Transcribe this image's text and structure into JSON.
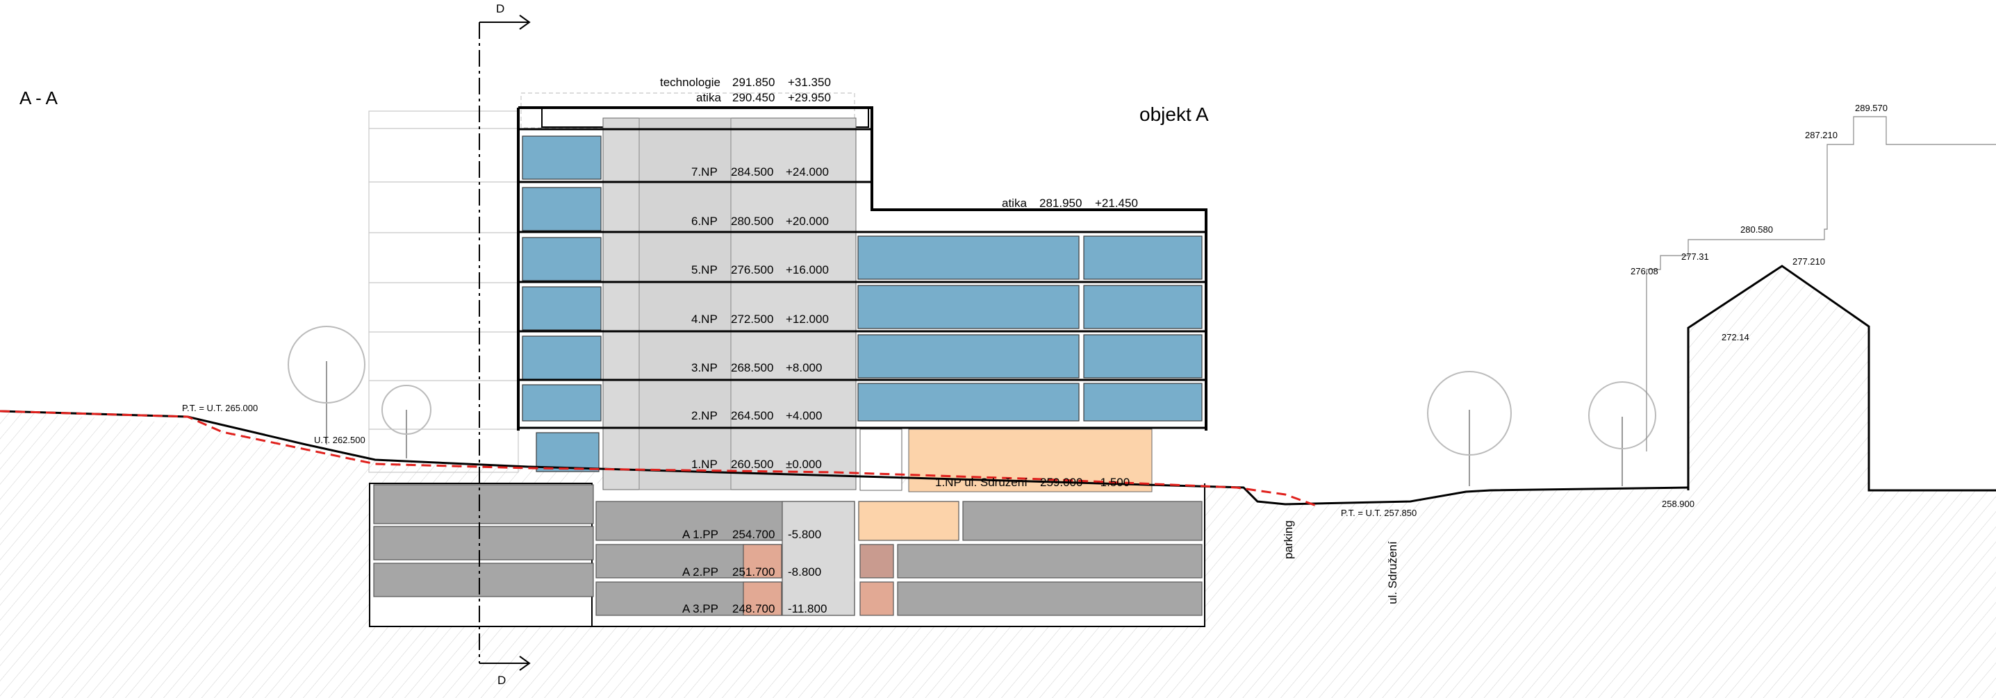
{
  "section_title": "A - A",
  "object_label": "objekt A",
  "cut_label_top": "D",
  "cut_label_bottom": "D",
  "roof_levels": [
    {
      "name": "technologie",
      "abs": "291.850",
      "rel": "+31.350"
    },
    {
      "name": "atika",
      "abs": "290.450",
      "rel": "+29.950"
    }
  ],
  "lower_atika": {
    "name": "atika",
    "abs": "281.950",
    "rel": "+21.450"
  },
  "floors": [
    {
      "name": "7.NP",
      "abs": "284.500",
      "rel": "+24.000"
    },
    {
      "name": "6.NP",
      "abs": "280.500",
      "rel": "+20.000"
    },
    {
      "name": "5.NP",
      "abs": "276.500",
      "rel": "+16.000"
    },
    {
      "name": "4.NP",
      "abs": "272.500",
      "rel": "+12.000"
    },
    {
      "name": "3.NP",
      "abs": "268.500",
      "rel": "+8.000"
    },
    {
      "name": "2.NP",
      "abs": "264.500",
      "rel": "+4.000"
    },
    {
      "name": "1.NP",
      "abs": "260.500",
      "rel": "±0.000"
    }
  ],
  "street_floor": {
    "name": "1.NP ul. Sdružení",
    "abs": "259.000",
    "rel": "-1.500"
  },
  "basements": [
    {
      "name": "A 1.PP",
      "abs": "254.700",
      "rel": "-5.800"
    },
    {
      "name": "A 2.PP",
      "abs": "251.700",
      "rel": "-8.800"
    },
    {
      "name": "A 3.PP",
      "abs": "248.700",
      "rel": "-11.800"
    }
  ],
  "terrain": {
    "pt_left": "P.T. = U.T. 265.000",
    "ut_left": "U.T. 262.500",
    "pt_right": "P.T. = U.T. 257.850",
    "ground_right": "258.900",
    "parking": "parking",
    "street": "ul. Sdružení"
  },
  "neighbour_heights": [
    "289.570",
    "287.210",
    "280.580",
    "277.31",
    "277.210",
    "276.08",
    "272.14"
  ],
  "colors": {
    "glazing": "#78aecb",
    "core": "#d9d9d9",
    "parking_block": "#a6a6a6",
    "lobby": "#fcd3aa",
    "shaft": "#e2a994",
    "terrain_line": "#e0201c",
    "hatch": "#d0d0d0"
  }
}
